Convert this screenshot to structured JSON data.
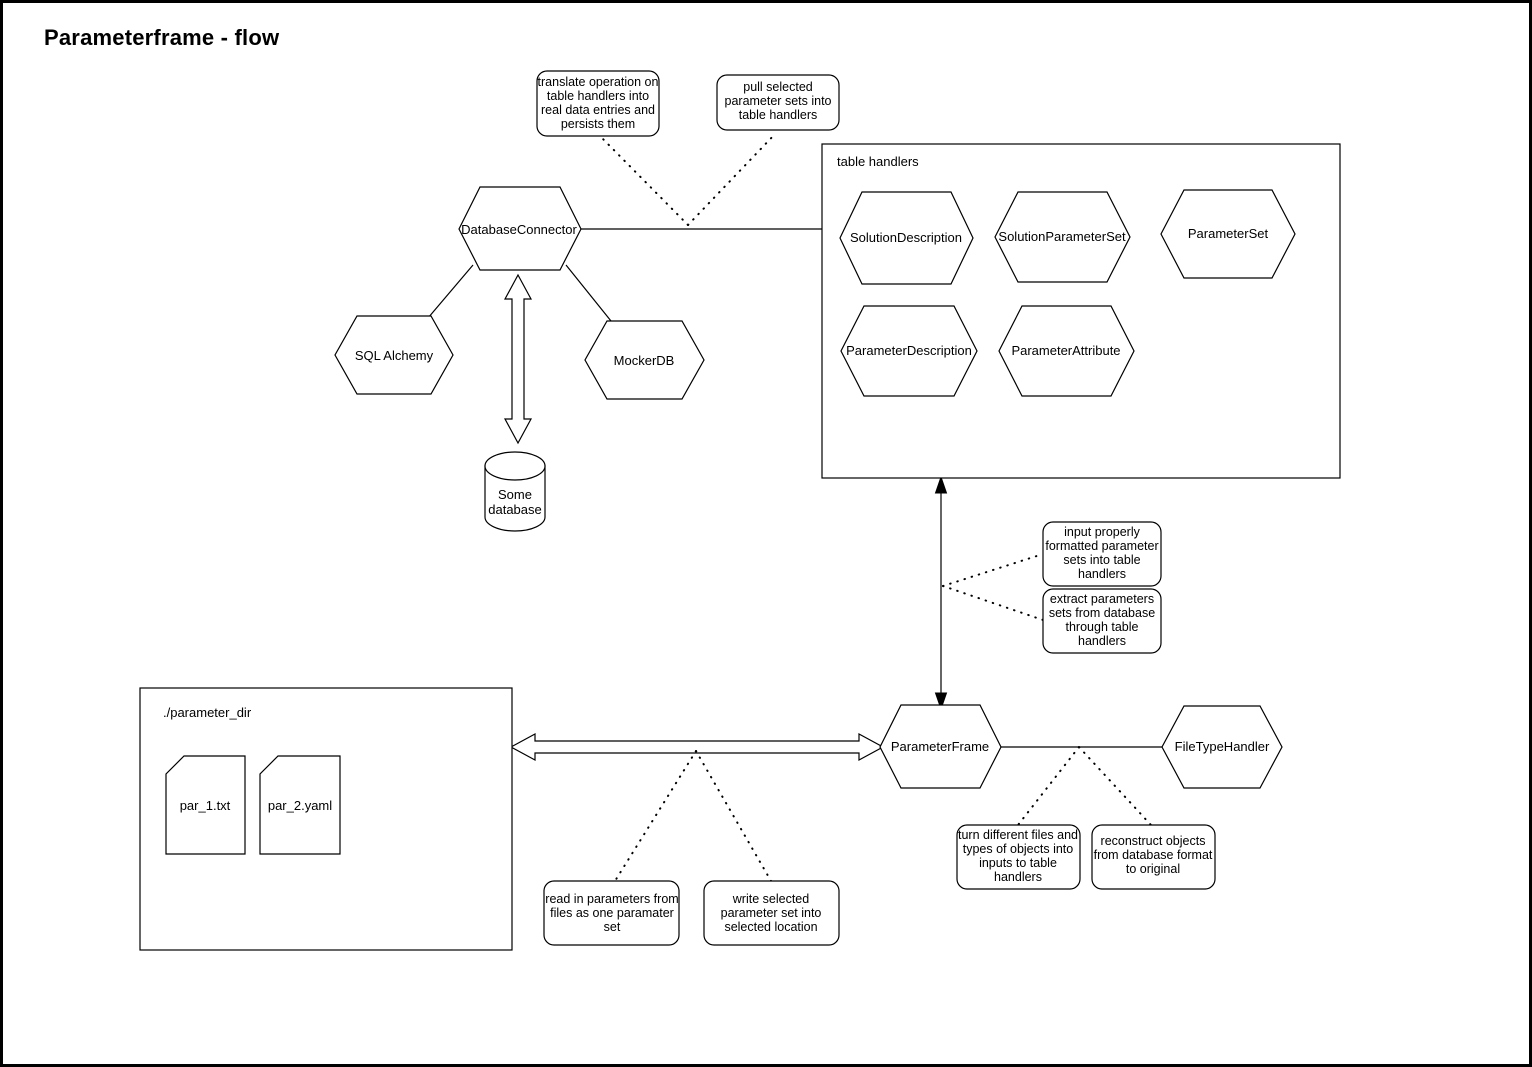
{
  "page": {
    "title": "Parameterframe - flow"
  },
  "groups": {
    "table_handlers": {
      "label": "table handlers"
    },
    "parameter_dir": {
      "label": "./parameter_dir"
    }
  },
  "nodes": {
    "database_connector": "DatabaseConnector",
    "sql_alchemy": "SQL Alchemy",
    "mocker_db": "MockerDB",
    "some_database_line1": "Some",
    "some_database_line2": "database",
    "solution_description": "SolutionDescription",
    "solution_parameter_set": "SolutionParameterSet",
    "parameter_set": "ParameterSet",
    "parameter_description": "ParameterDescription",
    "parameter_attribute": "ParameterAttribute",
    "parameter_frame": "ParameterFrame",
    "file_type_handler": "FileTypeHandler"
  },
  "files": {
    "file_1": "par_1.txt",
    "file_2": "par_2.yaml"
  },
  "callouts": {
    "translate_operation": {
      "lines": [
        "translate operation on",
        "table handlers into",
        "real data entries and",
        "persists them"
      ]
    },
    "pull_selected": {
      "lines": [
        "pull selected",
        "parameter sets into",
        "table handlers"
      ]
    },
    "input_properly": {
      "lines": [
        "input properly",
        "formatted parameter",
        "sets into table",
        "handlers"
      ]
    },
    "extract_parameters": {
      "lines": [
        "extract parameters",
        "sets from database",
        "through table",
        "handlers"
      ]
    },
    "read_in_parameters": {
      "lines": [
        "read in parameters from",
        "files as one paramater",
        "set"
      ]
    },
    "write_selected": {
      "lines": [
        "write selected",
        "parameter set into",
        "selected location"
      ]
    },
    "turn_different_files": {
      "lines": [
        "turn different files and",
        "types of objects into",
        "inputs to table",
        "handlers"
      ]
    },
    "reconstruct_objects": {
      "lines": [
        "reconstruct objects",
        "from database format",
        "to original"
      ]
    }
  },
  "colors": {
    "stroke": "#000000",
    "fill": "#ffffff",
    "text": "#000000"
  }
}
